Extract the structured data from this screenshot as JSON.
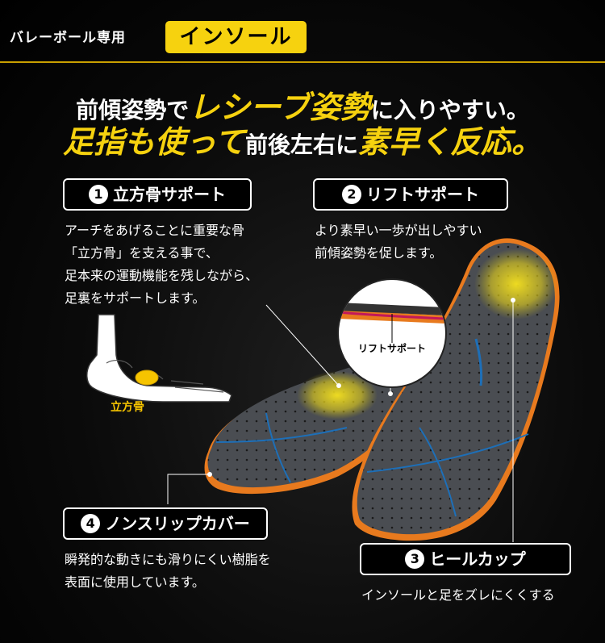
{
  "header": {
    "subtitle": "バレーボール専用",
    "badge": "インソール"
  },
  "headline": {
    "line1_pre": "前傾姿勢で",
    "line1_hl": "レシーブ姿勢",
    "line1_post": "に入りやすい。",
    "line2_hl1": "足指も使って",
    "line2_mid": "前後左右に",
    "line2_hl2": "素早く反応。"
  },
  "features": [
    {
      "num": "1",
      "title": "立方骨サポート",
      "desc": [
        "アーチをあげることに重要な骨",
        "「立方骨」を支える事で、",
        "足本来の運動機能を残しながら、",
        "足裏をサポートします。"
      ]
    },
    {
      "num": "2",
      "title": "リフトサポート",
      "desc": [
        "より素早い一歩が出しやすい",
        "前傾姿勢を促します。"
      ]
    },
    {
      "num": "3",
      "title": "ヒールカップ",
      "desc": [
        "インソールと足をズレにくくする"
      ]
    },
    {
      "num": "4",
      "title": "ノンスリップカバー",
      "desc": [
        "瞬発的な動きにも滑りにくい樹脂を",
        "表面に使用しています。"
      ]
    }
  ],
  "illustrations": {
    "bone_label": "立方骨",
    "lift_label": "リフトサポート"
  },
  "colors": {
    "accent": "#f6d20f",
    "background": "#000000",
    "insole_edge": "#e87a1e",
    "line_blue": "#1d6fb8"
  }
}
